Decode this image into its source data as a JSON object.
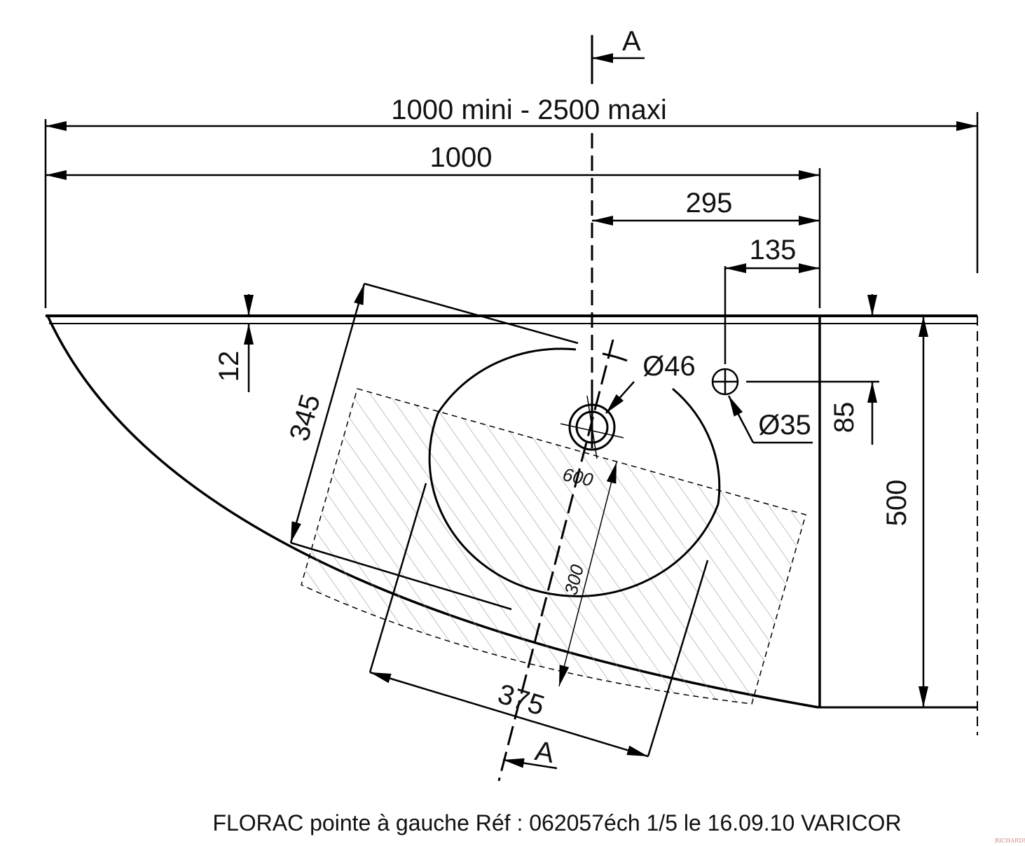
{
  "section_marks": {
    "top": "A",
    "bottom": "A"
  },
  "dimensions": {
    "overall_range": "1000 mini - 2500 maxi",
    "width": "1000",
    "tap_offset": "295",
    "hole_offset": "135",
    "thickness": "12",
    "bowl_depth": "345",
    "tap_hole_diameter": "Ø46",
    "small_hole_diameter": "Ø35",
    "hole_from_wall": "85",
    "total_depth": "500",
    "bowl_diameter": "600",
    "bowl_inner": "300",
    "bowl_width": "375"
  },
  "caption": "FLORAC pointe à gauche Réf : 062057éch 1/5 le 16.09.10 VARICOR",
  "watermark": "RICHARDSON"
}
